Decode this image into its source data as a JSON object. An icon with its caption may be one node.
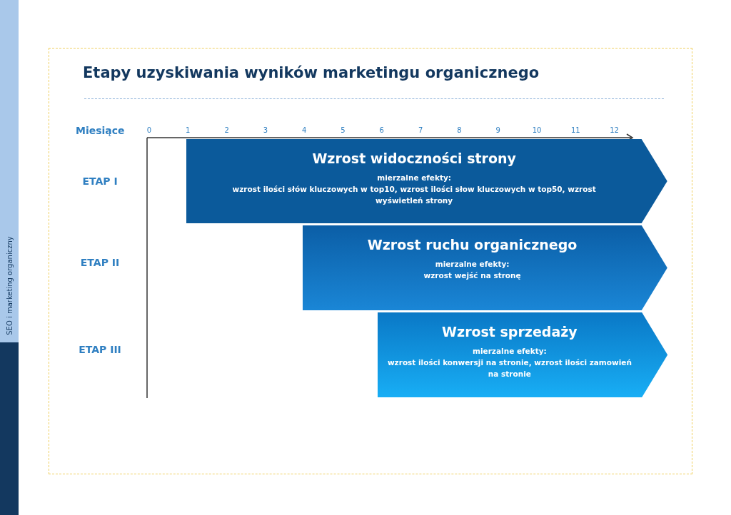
{
  "diagram": {
    "title": "Etapy uzyskiwania wyników marketingu organicznego",
    "nodes": [
      {
        "text": [
          "Wzrost widoczności strony",
          "mierzalne efekty:",
          "wzrost ilości słów kluczowych w top10, wzrost ilości słow kluczowych w top50, wzrost wyświetleń strony"
        ]
      },
      {
        "text": [
          "Wzrost ruchu organicznego",
          "mierzalne efekty:",
          "wzrost wejść na stronę"
        ]
      },
      {
        "text": [
          "Wzrost sprzedaży",
          "mierzalne efekty:",
          "wzrost ilości konwersji na stronie, wzrost ilości zamowień na stronie"
        ]
      }
    ],
    "edges": [],
    "labels": [
      "Miesiące",
      "0",
      "1",
      "2",
      "3",
      "4",
      "5",
      "6",
      "7",
      "8",
      "9",
      "10",
      "11",
      "12",
      "ETAP I",
      "ETAP II",
      "ETAP III",
      "SEO i marketing organiczny"
    ]
  }
}
